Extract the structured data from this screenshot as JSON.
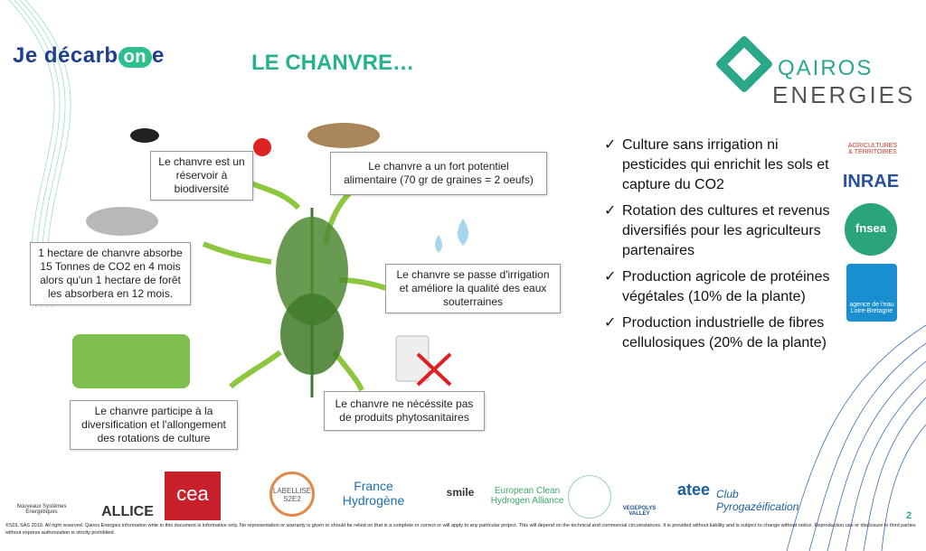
{
  "header": {
    "logo_prefix": "Je décarb",
    "logo_on": "on",
    "logo_suffix": "e",
    "title": "LE CHANVRE…",
    "brand_line1": "QAIROS",
    "brand_line2": "ENERGIES"
  },
  "diagram": {
    "biodiversity": "Le chanvre est un réservoir à biodiversité",
    "food": "Le chanvre a un fort potentiel alimentaire (70 gr de graines = 2 oeufs)",
    "co2": "1 hectare de chanvre absorbe 15 Tonnes de CO2 en 4 mois alors qu'un 1 hectare de forêt les absorbera en 12 mois.",
    "water": "Le chanvre se passe d'irrigation et améliore la qualité des eaux souterraines",
    "rotation": "Le chanvre participe à la diversification et l'allongement des rotations de culture",
    "phyto": "Le chanvre ne nécéssite pas de produits phytosanitaires"
  },
  "bullets": [
    "Culture sans irrigation ni pesticides qui enrichit les sols et capture du CO2",
    "Rotation des cultures et revenus diversifiés pour les agriculteurs partenaires",
    "Production agricole de protéines végétales (10% de la plante)",
    "Production industrielle de fibres cellulosiques (20% de la plante)"
  ],
  "checkmark": "✓",
  "partners": [
    "AGRICULTURES & TERRITOIRES",
    "INRAE",
    "fnsea",
    "agence de l'eau Loire-Bretagne"
  ],
  "footer_logos": [
    "Nouveaux Systèmes Energétiques",
    "ALLICE",
    "cea",
    "LABELLISÉ S2E2",
    "France Hydrogène",
    "smile",
    "European Clean Hydrogen Alliance",
    "VEGEPOLYS VALLEY",
    "atee",
    "Club Pyrogazéification"
  ],
  "page_number": "2",
  "disclaimer": "©SDL SAS 2019. All right reserved. Qairos Energies information write in this document is informative only. No representation or warranty is given or should be relied on that is a complete or correct or will apply to any particular project. This will depend on the technical and commercial circumstances. It is provided without liability and is subject to change without notice. Reproduction use or disclosure to third parties without express authorization is strictly prohibited."
}
